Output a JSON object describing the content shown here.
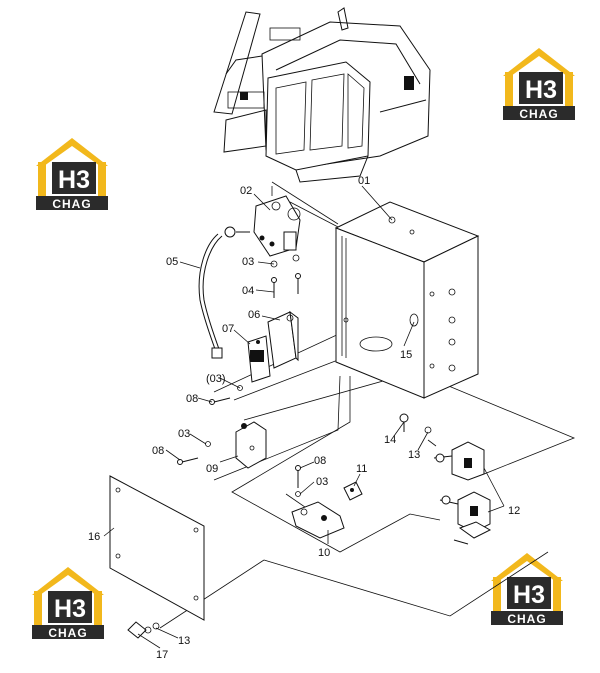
{
  "logo": {
    "mark": "H3",
    "word": "CHAG",
    "color_yellow": "#f2b81c",
    "color_dark": "#2b2b2b"
  },
  "callouts": {
    "c01": "01",
    "c02": "02",
    "c03a": "03",
    "c04": "04",
    "c05": "05",
    "c06": "06",
    "c07": "07",
    "c03p": "(03)",
    "c08a": "08",
    "c15": "15",
    "c03b": "03",
    "c08b": "08",
    "c09": "09",
    "c14": "14",
    "c13a": "13",
    "c08c": "08",
    "c11": "11",
    "c03c": "03",
    "c12": "12",
    "c16": "16",
    "c10": "10",
    "c13b": "13",
    "c17": "17"
  }
}
